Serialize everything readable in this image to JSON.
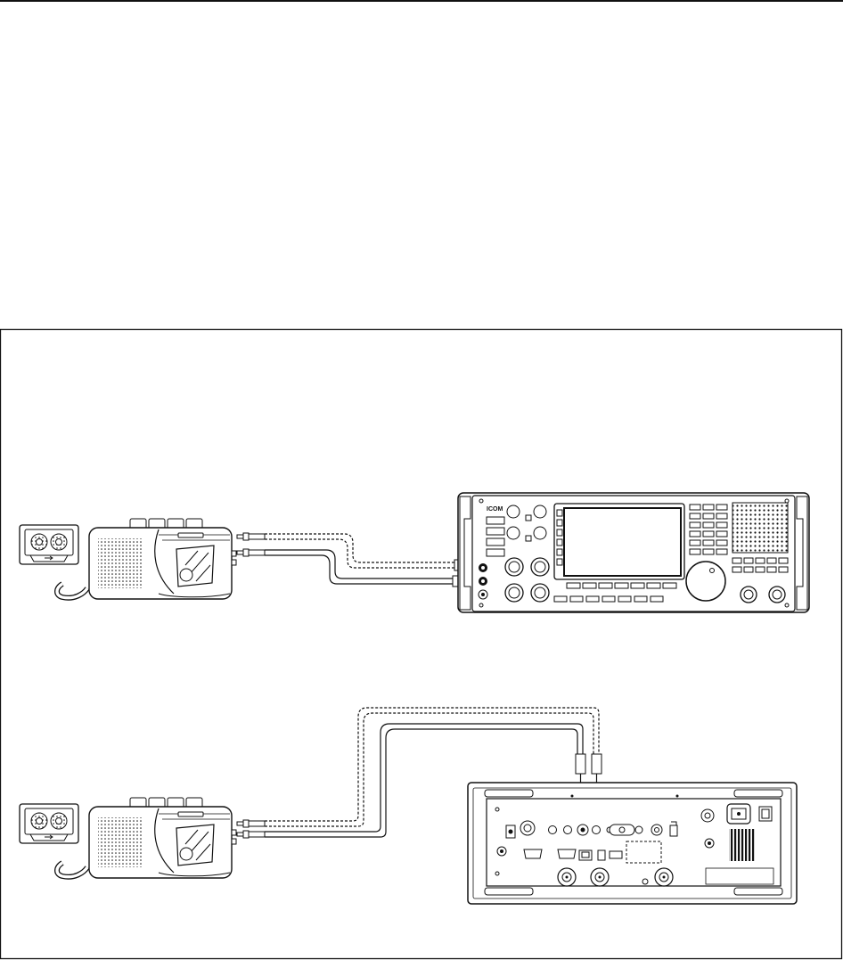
{
  "brand": {
    "logo_text": "ICOM"
  },
  "figure": {
    "devices": [
      {
        "id": "tape-recorder-top",
        "kind": "cassette-tape-recorder"
      },
      {
        "id": "cassette-top",
        "kind": "cassette-tape"
      },
      {
        "id": "transceiver-front",
        "kind": "transceiver-front-panel"
      },
      {
        "id": "tape-recorder-bottom",
        "kind": "cassette-tape-recorder"
      },
      {
        "id": "cassette-bottom",
        "kind": "cassette-tape"
      },
      {
        "id": "transceiver-rear",
        "kind": "transceiver-rear-panel"
      }
    ],
    "cables": [
      {
        "from": "tape-recorder-top",
        "to": "transceiver-front",
        "style": "dashed"
      },
      {
        "from": "tape-recorder-top",
        "to": "transceiver-front",
        "style": "solid"
      },
      {
        "from": "tape-recorder-bottom",
        "to": "transceiver-rear",
        "style": "dashed"
      },
      {
        "from": "tape-recorder-bottom",
        "to": "transceiver-rear",
        "style": "solid"
      }
    ]
  },
  "colors": {
    "line": "#111111",
    "background": "#ffffff",
    "screen": "#ffffff"
  }
}
